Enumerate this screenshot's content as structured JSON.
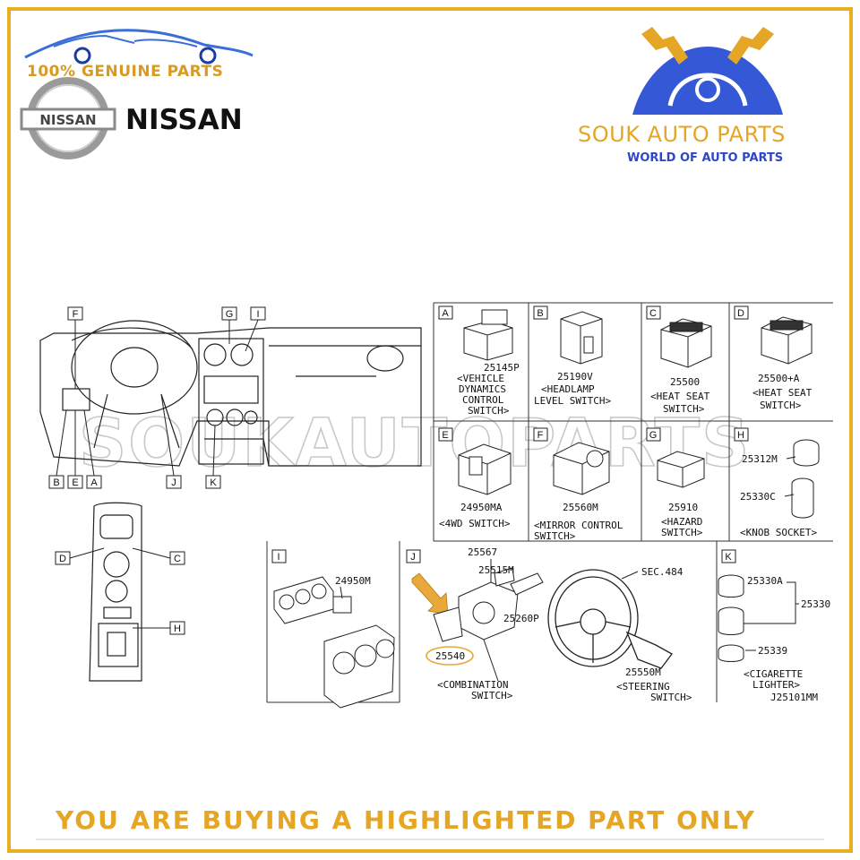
{
  "header": {
    "genuine_label": "100% GENUINE PARTS",
    "brand_name": "NISSAN",
    "shop_name": "SOUK AUTO PARTS",
    "shop_tagline": "WORLD OF AUTO PARTS"
  },
  "watermark": "SOUKAUTOPARTS",
  "footer": {
    "notice": "YOU ARE BUYING A HIGHLIGHTED PART ONLY"
  },
  "colors": {
    "frame": "#e8b020",
    "accent_gold": "#e5a626",
    "accent_blue": "#2e47c8",
    "highlight_arrow": "#e8a83a"
  },
  "overview_markers": [
    "F",
    "G",
    "I",
    "B",
    "E",
    "A",
    "J",
    "K",
    "D",
    "C",
    "H"
  ],
  "panels": [
    {
      "letter": "A",
      "part": "25145P",
      "desc": [
        "<VEHICLE",
        "DYNAMICS",
        "CONTROL",
        "SWITCH>"
      ]
    },
    {
      "letter": "B",
      "part": "25190V",
      "desc": [
        "<HEADLAMP",
        "LEVEL SWITCH>"
      ]
    },
    {
      "letter": "C",
      "part": "25500",
      "desc": [
        "<HEAT SEAT",
        "SWITCH>"
      ]
    },
    {
      "letter": "D",
      "part": "25500+A",
      "desc": [
        "<HEAT SEAT",
        "SWITCH>"
      ]
    },
    {
      "letter": "E",
      "part": "24950MA",
      "desc": [
        "<4WD SWITCH>"
      ]
    },
    {
      "letter": "F",
      "part": "25560M",
      "desc": [
        "<MIRROR CONTROL",
        "SWITCH>"
      ]
    },
    {
      "letter": "G",
      "part": "25910",
      "desc": [
        "<HAZARD",
        "SWITCH>"
      ]
    },
    {
      "letter": "H",
      "parts": [
        "25312M",
        "25330C"
      ],
      "desc": [
        "<KNOB SOCKET>"
      ]
    },
    {
      "letter": "I",
      "part": "24950M"
    },
    {
      "letter": "J",
      "parts": [
        "25567",
        "25515M",
        "25260P",
        "25540",
        "SEC.484",
        "25550M"
      ],
      "highlighted": "25540",
      "desc": [
        "<COMBINATION",
        "SWITCH>"
      ],
      "desc2": [
        "<STEERING",
        "SWITCH>"
      ]
    },
    {
      "letter": "K",
      "parts": [
        "25330A",
        "25330",
        "25339"
      ],
      "desc": [
        "<CIGARETTE",
        "LIGHTER>"
      ],
      "code": "J25101MM"
    }
  ]
}
